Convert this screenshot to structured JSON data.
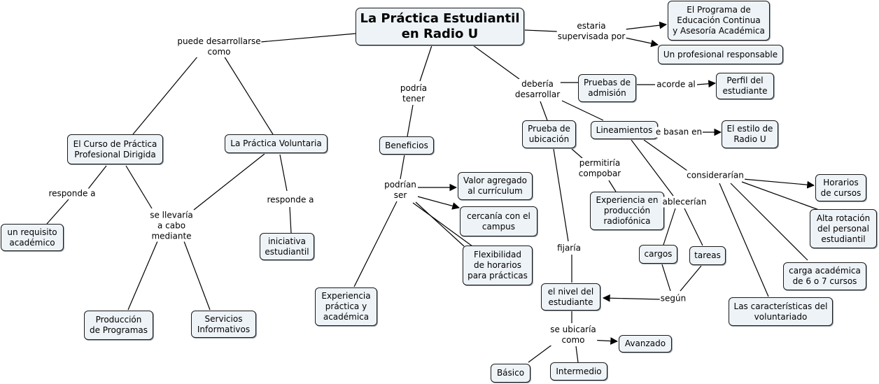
{
  "concepts": {
    "root": "La Práctica Estudiantil\nen Radio U",
    "programa": "El Programa de\nEducación Continua\ny Asesoría Académica",
    "profesional": "Un profesional responsable",
    "curso": "El Curso de Práctica\nProfesional Dirigida",
    "voluntaria": "La Práctica Voluntaria",
    "beneficios": "Beneficios",
    "pruebas": "Pruebas de\nadmisión",
    "perfil": "Perfil del\nestudiante",
    "prueba_ubic": "Prueba de\nubicación",
    "lineamientos": "Lineamientos",
    "estilo": "El estilo de\nRadio U",
    "requisito": "un requisito\nacadémico",
    "iniciativa": "iniciativa\nestudiantil",
    "valor": "Valor agregado\nal currículum",
    "cercania": "cercanía con el\ncampus",
    "flexibilidad": "Flexibilidad\nde horarios\npara prácticas",
    "experiencia_pr": "Experiencia en\nproducción\nradiofónica",
    "experiencia_pa": "Experiencia\npráctica y\nacadémica",
    "horarios": "Horarios\nde cursos",
    "rotacion": "Alta rotación\ndel personal\nestudiantil",
    "carga": "carga académica\nde 6 o 7 cursos",
    "caracteristicas": "Las características del\nvoluntariado",
    "cargos": "cargos",
    "tareas": "tareas",
    "produccion": "Producción\nde Programas",
    "servicios": "Servicios\nInformativos",
    "nivel": "el nivel del\nestudiante",
    "avanzado": "Avanzado",
    "basico": "Básico",
    "intermedio": "Intermedio"
  },
  "linking_phrases": {
    "puede": "puede desarrollarse\ncomo",
    "supervisada": "estaria\nsupervisada por",
    "podria": "podría\ntener",
    "deberia": "debería\ndesarrollar",
    "acorde": "acorde al",
    "basan": "e basan en",
    "permitiria": "permitiría\ncompobar",
    "consideraran": "considerarían",
    "establecerian": "ablecerían",
    "responde1": "responde a",
    "responde2": "responde a",
    "llevaria": "se llevaría\na cabo\nmediante",
    "podrian": "podrían\nser",
    "fijaria": "fijaría",
    "segun": "según",
    "ubicaria": "se ubicaría\ncomo"
  }
}
